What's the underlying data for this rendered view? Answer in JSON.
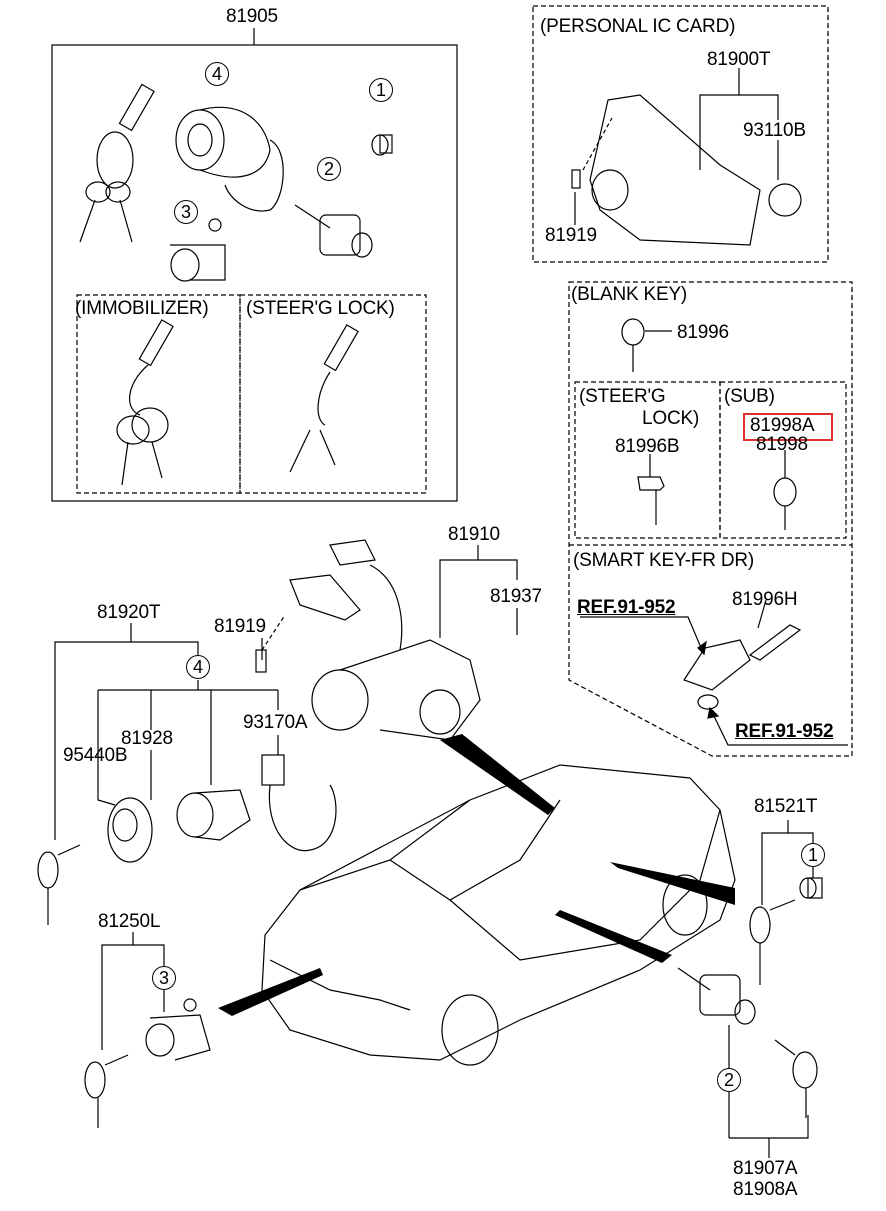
{
  "diagram": {
    "title": "Key & Cylinder Set Parts Diagram",
    "highlight_color": "#e03030",
    "groups": {
      "main_set": {
        "part_no": "81905",
        "callouts": [
          "4",
          "1",
          "2",
          "3"
        ],
        "sub_boxes": {
          "immobilizer": "(IMMOBILIZER)",
          "steering_lock": "(STEER'G LOCK)"
        }
      },
      "personal_ic_card": {
        "title": "(PERSONAL IC CARD)",
        "parts": [
          "81900T",
          "93110B",
          "81919"
        ]
      },
      "blank_key": {
        "title": "(BLANK KEY)",
        "part_no": "81996",
        "steering_lock": {
          "title_line1": "(STEER'G",
          "title_line2": "LOCK)",
          "part_no": "81996B"
        },
        "sub": {
          "title": "(SUB)",
          "part_no_highlighted": "81998A",
          "part_no": "81998"
        }
      },
      "smart_key": {
        "title": "(SMART KEY-FR DR)",
        "ref_top": "REF.91-952",
        "ref_bottom": "REF.91-952",
        "part_no": "81996H"
      },
      "lock_assembly": {
        "parts": [
          "81910",
          "81937",
          "81919",
          "93170A"
        ]
      },
      "ignition_set": {
        "part_no": "81920T",
        "callout": "4",
        "parts": [
          "81928",
          "95440B"
        ]
      },
      "trunk_set": {
        "part_no": "81250L",
        "callout": "3"
      },
      "door_set_rh": {
        "part_no": "81521T",
        "callout": "1"
      },
      "door_set": {
        "part_no_1": "81907A",
        "part_no_2": "81908A",
        "callout": "2"
      }
    }
  }
}
